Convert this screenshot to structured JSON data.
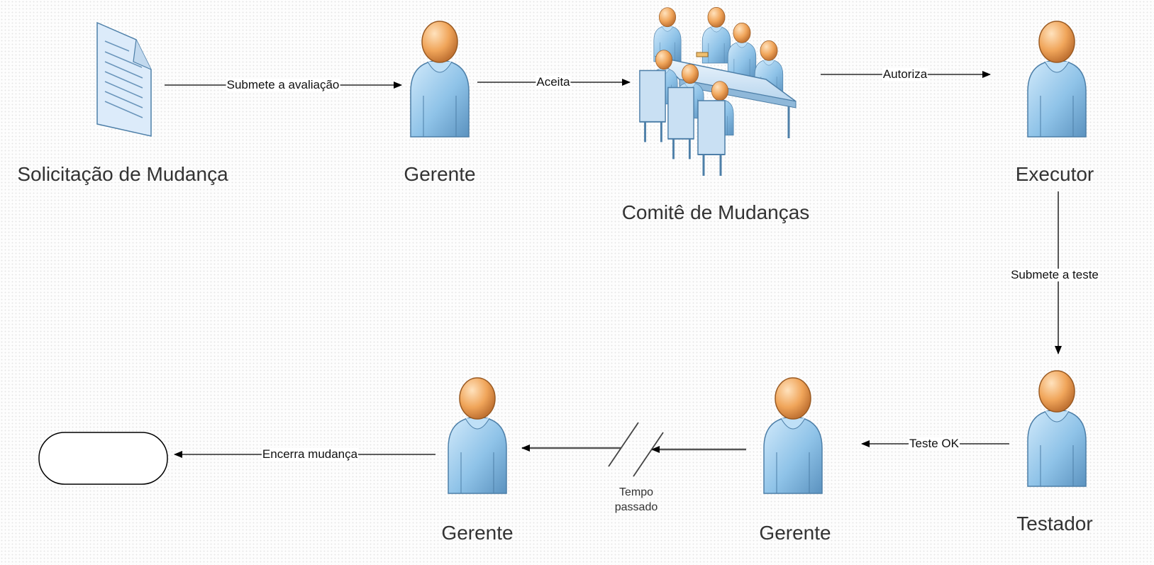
{
  "nodes": {
    "request": "Solicitação de Mudança",
    "manager_top": "Gerente",
    "committee": "Comitê de Mudanças",
    "executor": "Executor",
    "tester": "Testador",
    "manager_bottom_right": "Gerente",
    "manager_bottom_left": "Gerente"
  },
  "edges": {
    "submit_evaluation": "Submete a avaliação",
    "accepts": "Aceita",
    "authorizes": "Autoriza",
    "submit_test": "Submete a teste",
    "test_ok": "Teste OK",
    "closes_change": "Encerra mudança"
  },
  "time_break": {
    "line1": "Tempo",
    "line2": "passado"
  },
  "colors": {
    "person_head": "#f0a55a",
    "person_body": "#8fc3e8",
    "document_fill": "#dcebfa",
    "arrow": "#000000"
  }
}
